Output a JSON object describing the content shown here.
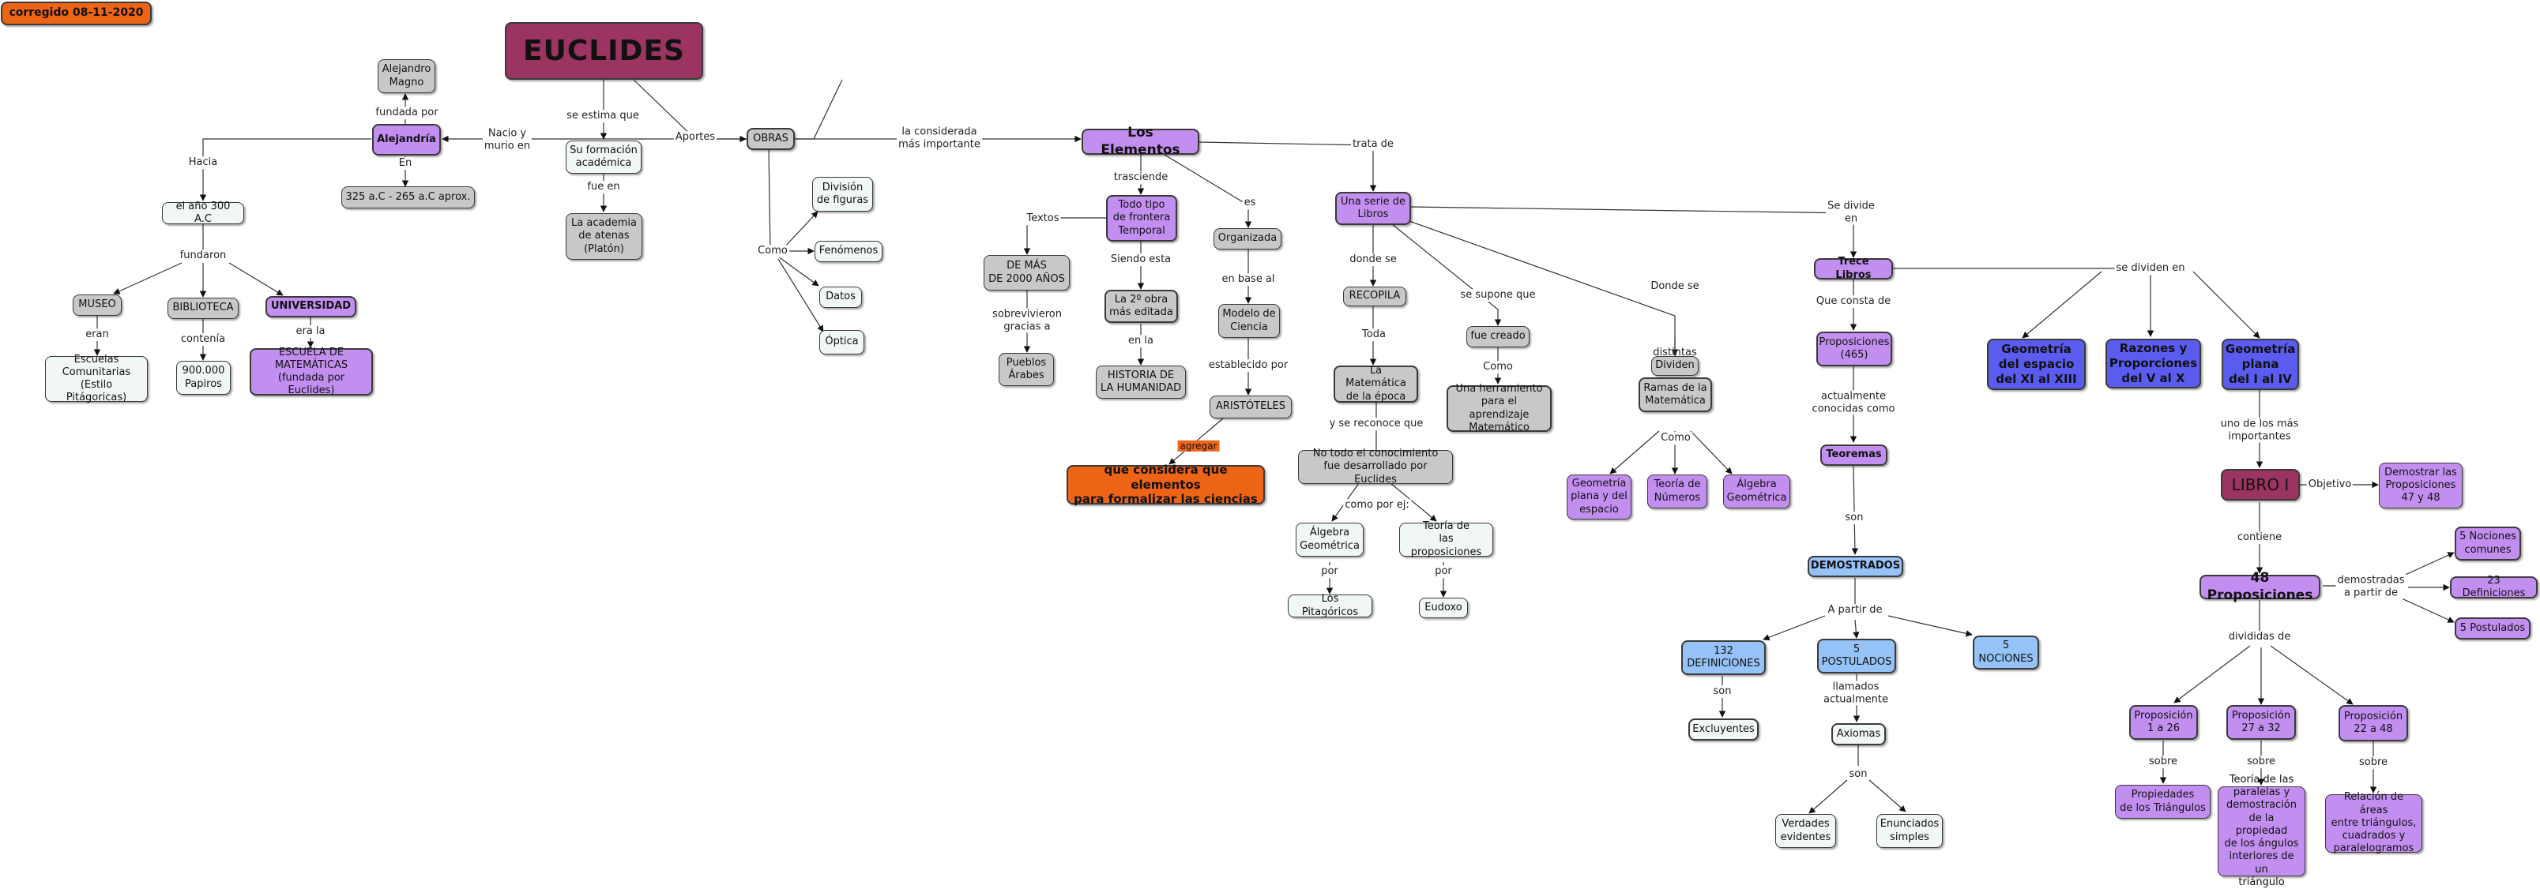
{
  "corner_label": "corregido 08-11-2020",
  "colors": {
    "maroon": "#9b3461",
    "purple": "#c28ff0",
    "gray": "#c8c8c8",
    "light": "#f1f6f6",
    "blue": "#5a5cf0",
    "lightblue": "#95c2f7",
    "orange": "#ee6417"
  },
  "nodes": {
    "euclides": "EUCLIDES",
    "alejandro": "Alejandro\nMagno",
    "alejandria": "Alejandría",
    "fecha": "325 a.C - 265 a.C aprox.",
    "formacion": "Su formación\nacadémica",
    "academia": "La academia\nde atenas\n(Platón)",
    "obras": "OBRAS",
    "ano300": "el año 300 A.C",
    "museo": "MUSEO",
    "biblioteca": "BIBLIOTECA",
    "universidad": "UNIVERSIDAD",
    "escuelas": "Escuelas\nComunitarias\n(Estilo Pitágoricas)",
    "papiros": "900.000\nPapiros",
    "escuela_mat": "ESCUELA DE\nMATEMÁTICAS\n(fundada por Euclides)",
    "division": "División\nde figuras",
    "fenomenos": "Fenómenos",
    "datos": "Datos",
    "optica": "Óptica",
    "elementos": "Los Elementos",
    "todo_tipo": "Todo tipo\nde frontera\nTemporal",
    "segunda_obra": "La 2º obra\nmás editada",
    "historia": "HISTORIA DE\nLA HUMANIDAD",
    "mas2000": "DE MÁS\nDE 2000 AÑOS",
    "pueblos": "Pueblos\nÁrabes",
    "organizada": "Organizada",
    "modelo": "Modelo de\nCiencia",
    "aristoteles": "ARISTÓTELES",
    "que_considera": "que considera que elementos\npara formalizar las ciencias",
    "serie": "Una serie de\nLibros",
    "recopila": "RECOPILA",
    "mat_epoca": "La Matemática\nde la época",
    "no_todo": "No todo el conocimiento\nfue desarrollado por Euclides",
    "algebra_geo1": "Álgebra\nGeométrica",
    "teoria_prop": "Teoría de\nlas proposiciones",
    "pitagoricos": "Los Pitagóricos",
    "eudoxo": "Eudoxo",
    "fue_creado": "fue creado",
    "herramienta": "Una herramiento\npara el aprendizaje\nMatemático",
    "dividen": "Dividen",
    "ramas": "Ramas de la\nMatemática",
    "geo_plana_esp": "Geometría\nplana y del\nespacio",
    "teoria_num": "Teoría de\nNúmeros",
    "algebra_geo2": "Álgebra\nGeométrica",
    "trece": "Trece Libros",
    "proposiciones465": "Proposiciones\n(465)",
    "teoremas": "Teoremas",
    "demostrados": "DEMOSTRADOS",
    "definiciones132": "132\nDEFINICIONES",
    "postulados5": "5\nPOSTULADOS",
    "nociones5": "5\nNOCIONES",
    "excluyentes": "Excluyentes",
    "axiomas": "Axiomas",
    "verdades": "Verdades\nevidentes",
    "enunciados": "Enunciados\nsimples",
    "geo_espacio": "Geometría\ndel espacio\ndel XI al XIII",
    "razones": "Razones y\nProporciones\ndel V al X",
    "geo_plana": "Geometría\nplana\ndel I al IV",
    "libro1": "LIBRO I",
    "demostrar": "Demostrar las\nProposiciones\n47 y 48",
    "prop48": "48 Proposiciones",
    "nociones_comunes": "5 Nociones\ncomunes",
    "definiciones23": "23 Definiciones",
    "postulados_b": "5 Postulados",
    "prop1_26": "Proposición\n1 a 26",
    "prop27_32": "Proposición\n27 a 32",
    "prop22_48": "Proposición\n22 a 48",
    "propiedades": "Propiedades\nde los Triángulos",
    "teoria_paralelas": "Teoría de las\nparalelas y\ndemostración\nde la propiedad\nde los ángulos\ninteriores de un\ntriángulo",
    "relacion_areas": "Relación de áreas\nentre triángulos,\ncuadrados y\nparalelogramos"
  },
  "labels": {
    "fundada_por": "fundada por",
    "en": "En",
    "nacio_murio": "Nacio y\nmurio en",
    "se_estima": "se estima que",
    "fue_en": "fue en",
    "aportes": "Aportes",
    "hacia": "Hacia",
    "fundaron": "fundaron",
    "eran": "eran",
    "contenia": "contenía",
    "era_la": "era la",
    "como_obras": "Como",
    "la_considerada": "la considerada\nmás importante",
    "trasciende": "trasciende",
    "textos": "Textos",
    "siendo_esta": "Siendo esta",
    "en_la": "en la",
    "sobrevivieron": "sobrevivieron\ngracias a",
    "es": "es",
    "en_base_al": "en base al",
    "establecido_por": "establecido por",
    "agregar": "agregar",
    "trata_de": "trata de",
    "donde_se_recopila": "donde se",
    "toda": "Toda",
    "se_reconoce": "y se reconoce que",
    "como_por_ej": "como por ej:",
    "por1": "por",
    "por2": "por",
    "se_supone": "se supone que",
    "como_herr": "Como",
    "donde_se_dividen": "Donde se",
    "distintas": "distintas",
    "como_ramas": "Como",
    "se_divide_en": "Se divide\nen",
    "que_consta": "Que consta de",
    "actualmente_conocidas": "actualmente\nconocidas como",
    "son_teoremas": "son",
    "a_partir_de": "A partir de",
    "son_excl": "son",
    "llamados": "llamados\nactualmente",
    "son_axiomas": "son",
    "se_dividen_en": "se dividen en",
    "uno_de_los": "uno de los más\nimportantes",
    "objetivo": "Objetivo",
    "contiene": "contiene",
    "demostradas": "demostradas\na partir de",
    "divididas_de": "divididas de",
    "sobre1": "sobre",
    "sobre2": "sobre",
    "sobre3": "sobre"
  }
}
